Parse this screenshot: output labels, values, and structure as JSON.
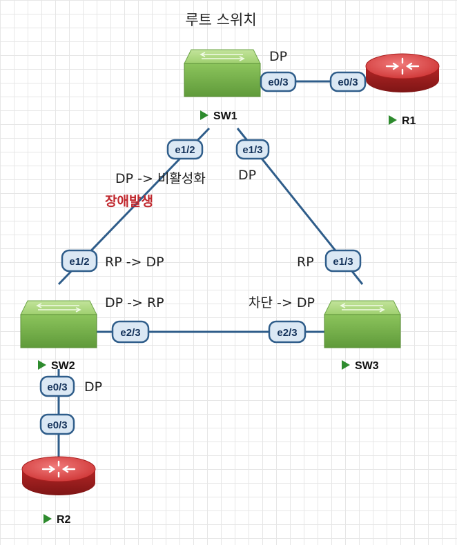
{
  "title": "루트 스위치",
  "devices": {
    "sw1": {
      "name": "SW1"
    },
    "sw2": {
      "name": "SW2"
    },
    "sw3": {
      "name": "SW3"
    },
    "r1": {
      "name": "R1"
    },
    "r2": {
      "name": "R2"
    }
  },
  "ports": {
    "sw1_e0_3": "e0/3",
    "r1_e0_3": "e0/3",
    "sw1_e1_2": "e1/2",
    "sw1_e1_3": "e1/3",
    "sw2_e1_2": "e1/2",
    "sw3_e1_3": "e1/3",
    "sw2_e2_3": "e2/3",
    "sw3_e2_3": "e2/3",
    "sw2_e0_3": "e0/3",
    "r2_e0_3": "e0/3"
  },
  "labels": {
    "sw1_r1_role": "DP",
    "sw1_e1_2_role": "DP -> 비활성화",
    "failure": "장애발생",
    "sw1_e1_3_role": "DP",
    "sw2_e1_2_role": "RP -> DP",
    "sw3_e1_3_role": "RP",
    "sw2_e2_3_role": "DP -> RP",
    "sw3_e2_3_role": "차단 -> DP",
    "sw2_e0_3_role": "DP"
  },
  "colors": {
    "link": "#2f5d8a",
    "switch": "#8cc263",
    "router": "#c42a2a",
    "port_fill": "#dbe8f4",
    "port_border": "#2f5d8a",
    "device_marker": "#2e8b2e",
    "alert_text": "#c0272d"
  }
}
